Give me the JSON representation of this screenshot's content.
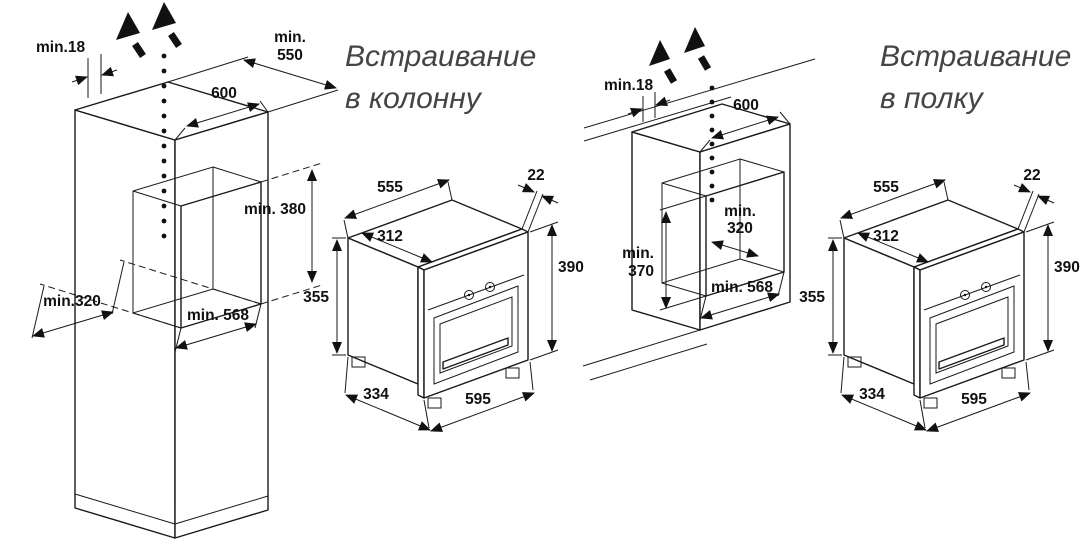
{
  "titles": {
    "column": {
      "line1": "Встраивание",
      "line2": "в колонну"
    },
    "shelf": {
      "line1": "Встраивание",
      "line2": "в полку"
    }
  },
  "column_cabinet": {
    "top_gap": "min.18",
    "top_depth_line1": "min.",
    "top_depth_line2": "550",
    "top_width": "600",
    "niche_height": "min. 380",
    "niche_depth": "min.320",
    "niche_width": "min. 568"
  },
  "shelf_cabinet": {
    "top_gap": "min.18",
    "top_width": "600",
    "niche_depth_line1": "min.",
    "niche_depth_line2": "320",
    "niche_height_line1": "min.",
    "niche_height_line2": "370",
    "niche_width": "min. 568"
  },
  "oven": {
    "body_width": "555",
    "top_depth": "312",
    "door_overhang": "22",
    "total_height": "390",
    "body_height": "355",
    "total_depth": "334",
    "total_width": "595"
  }
}
